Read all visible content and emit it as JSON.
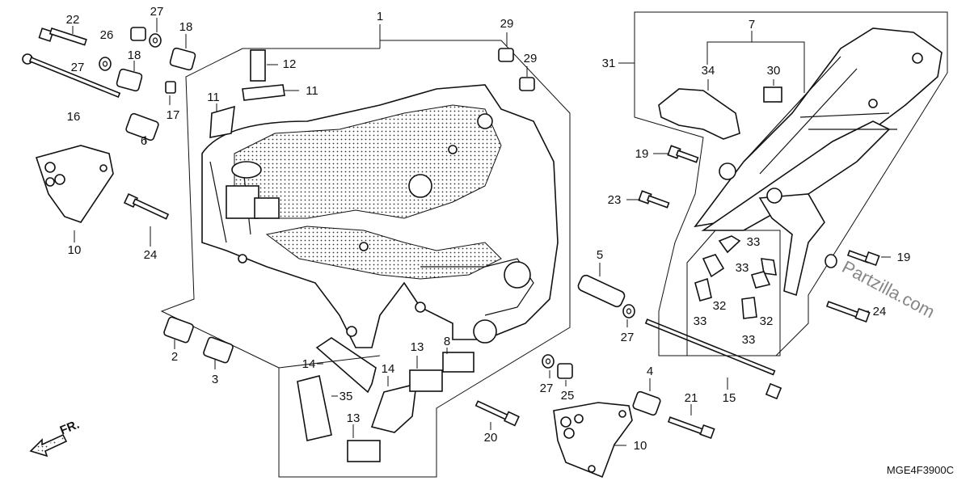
{
  "diagram": {
    "code": "MGE4F3900C",
    "watermark": "Partzilla.com",
    "front_arrow_text": "FR.",
    "callouts": {
      "c1": "1",
      "c2": "2",
      "c3": "3",
      "c4": "4",
      "c5": "5",
      "c6": "6",
      "c7": "7",
      "c8": "8",
      "c10a": "10",
      "c10b": "10",
      "c11a": "11",
      "c11b": "11",
      "c12": "12",
      "c13a": "13",
      "c13b": "13",
      "c14a": "14",
      "c14b": "14",
      "c15": "15",
      "c16": "16",
      "c17": "17",
      "c18a": "18",
      "c18b": "18",
      "c19a": "19",
      "c19b": "19",
      "c20": "20",
      "c21": "21",
      "c22": "22",
      "c23": "23",
      "c24a": "24",
      "c24b": "24",
      "c25": "25",
      "c26": "26",
      "c27a": "27",
      "c27b": "27",
      "c27c": "27",
      "c27d": "27",
      "c29a": "29",
      "c29b": "29",
      "c30": "30",
      "c31": "31",
      "c32a": "32",
      "c32b": "32",
      "c33a": "33",
      "c33b": "33",
      "c33c": "33",
      "c33d": "33",
      "c34": "34",
      "c35": "35"
    }
  }
}
